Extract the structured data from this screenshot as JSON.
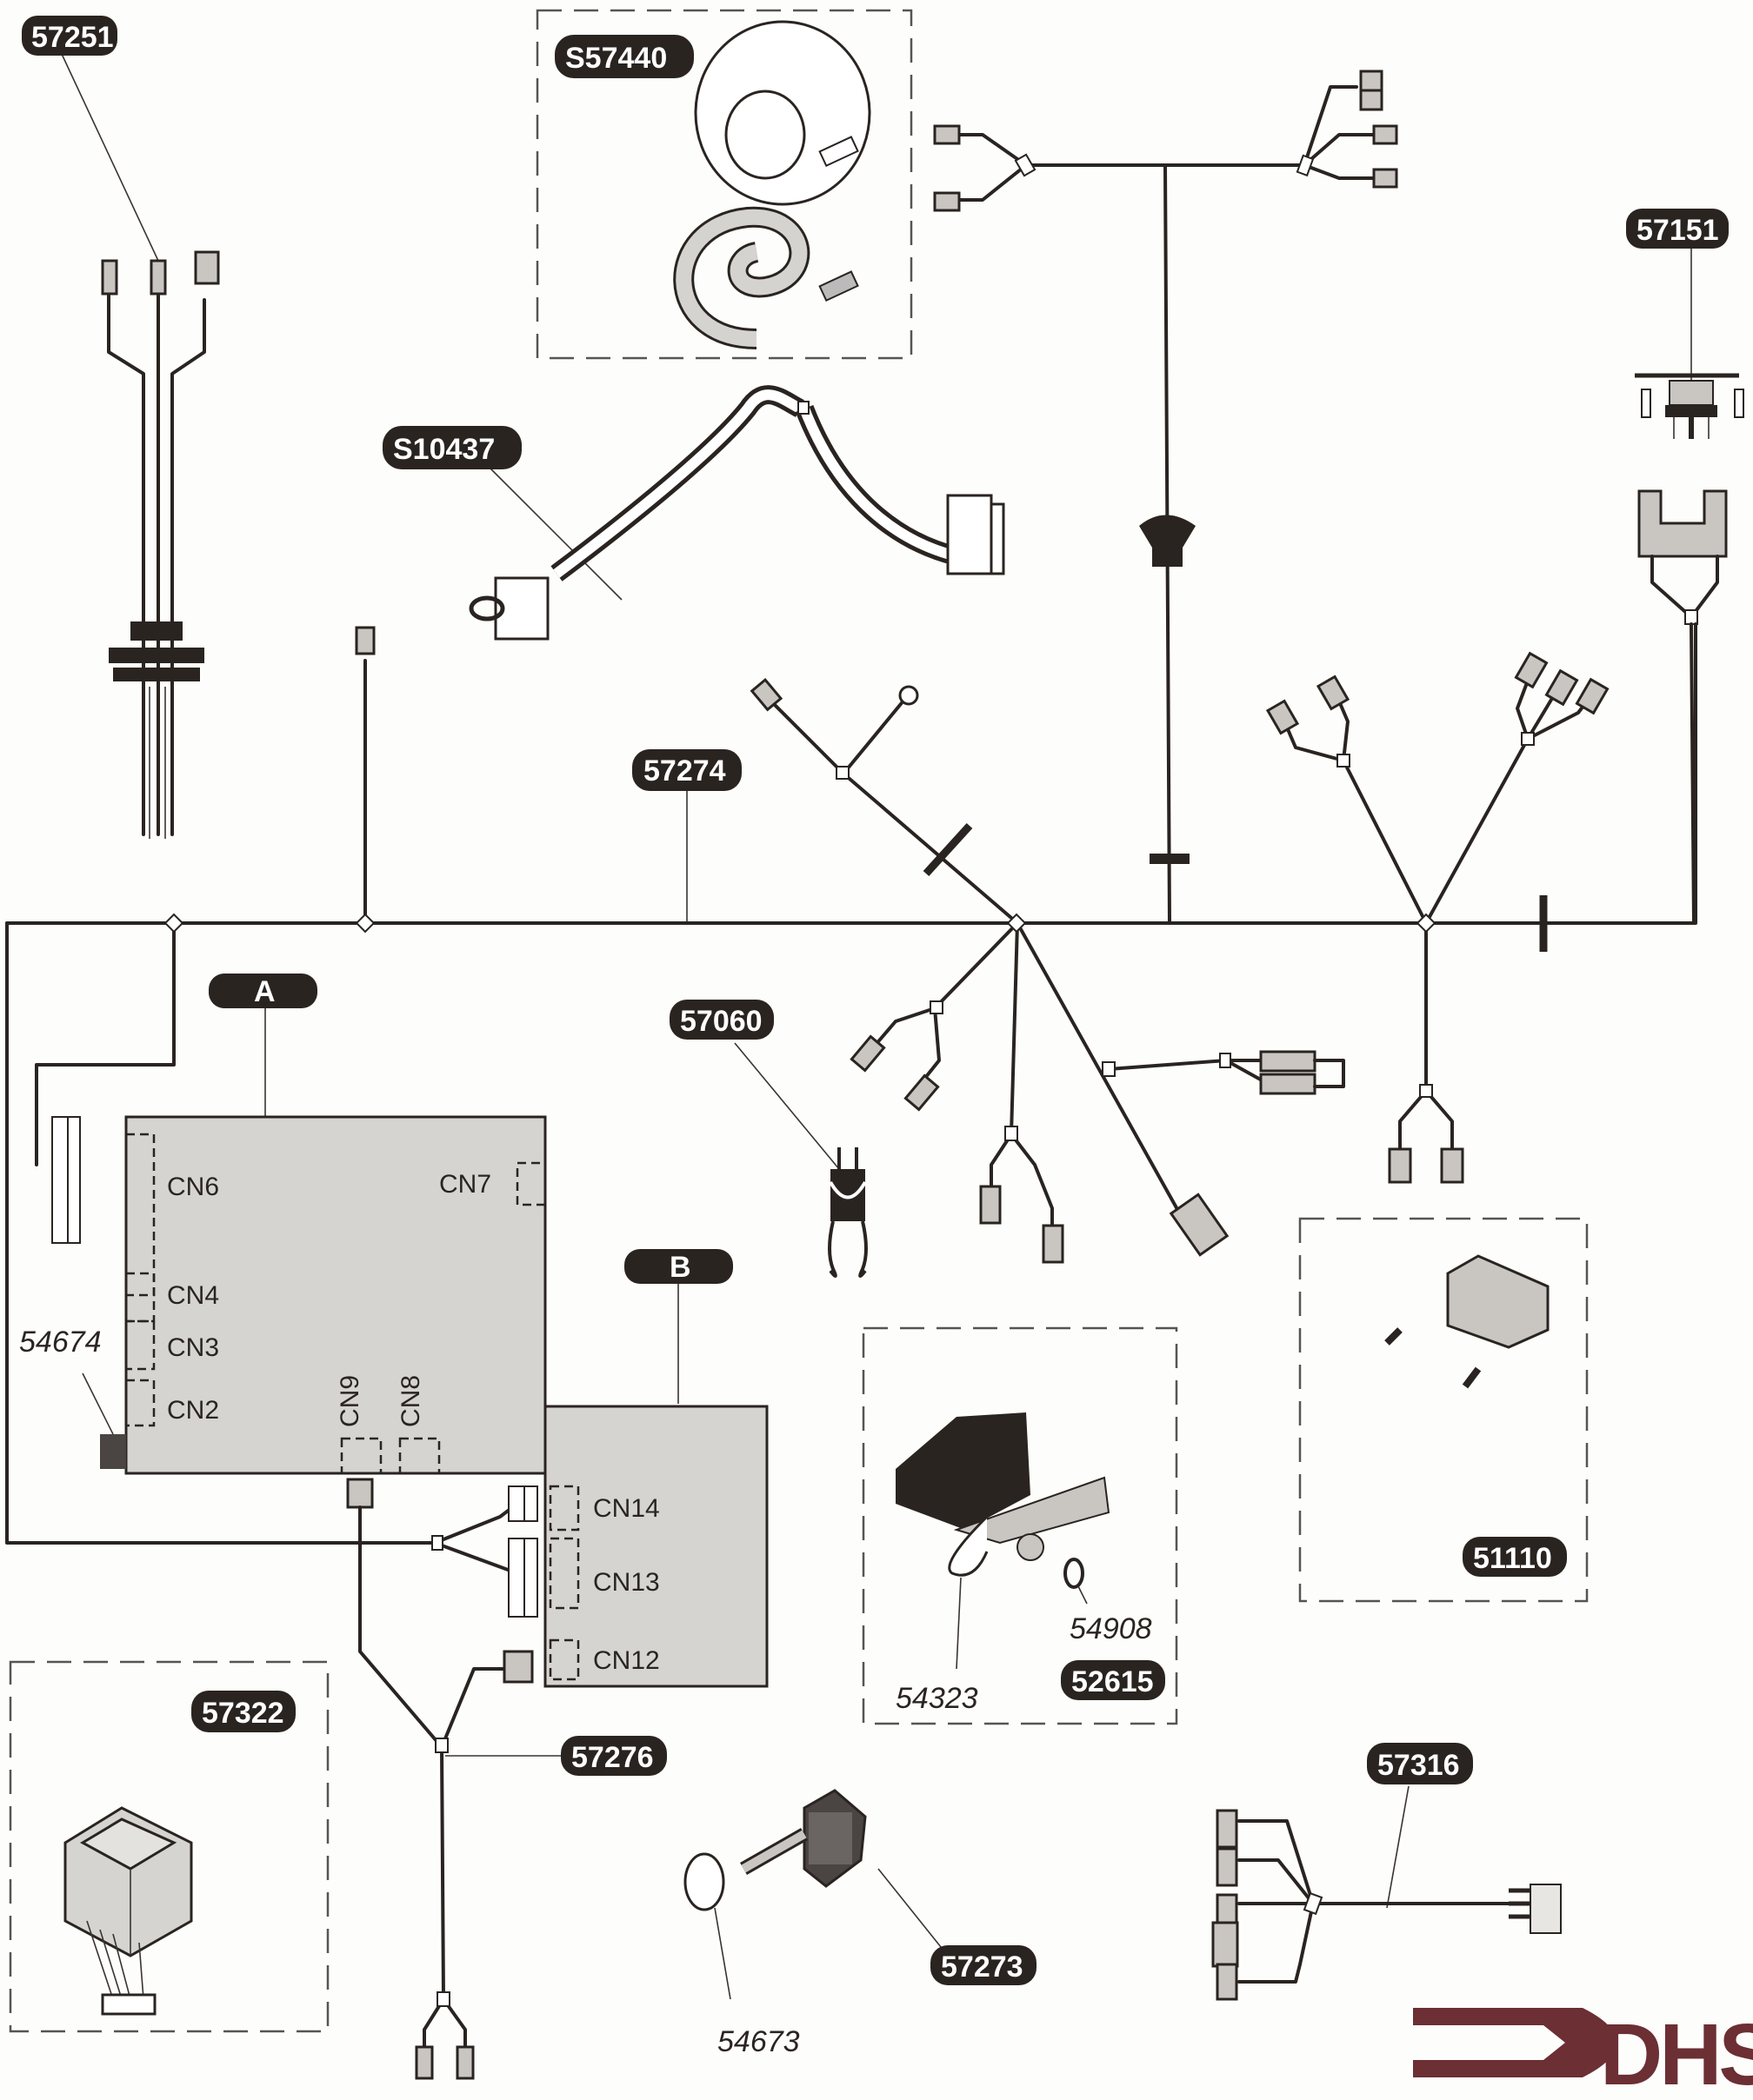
{
  "diagram": {
    "callouts": {
      "c57251": "57251",
      "s57440": "S57440",
      "c57151": "57151",
      "s10437": "S10437",
      "c57274": "57274",
      "boardA": "A",
      "c57060": "57060",
      "boardB": "B",
      "c51110": "51110",
      "c52615": "52615",
      "c57322": "57322",
      "c57276": "57276",
      "c57273": "57273",
      "c57316": "57316"
    },
    "part_labels": {
      "p54674": "54674",
      "p54908": "54908",
      "p54323": "54323",
      "p54673": "54673"
    },
    "board_a_connectors": [
      "CN6",
      "CN7",
      "CN4",
      "CN3",
      "CN2",
      "CN9",
      "CN8"
    ],
    "board_b_connectors": [
      "CN14",
      "CN13",
      "CN12"
    ],
    "logo": {
      "text": "DHS",
      "color": "#6b2f34"
    }
  }
}
